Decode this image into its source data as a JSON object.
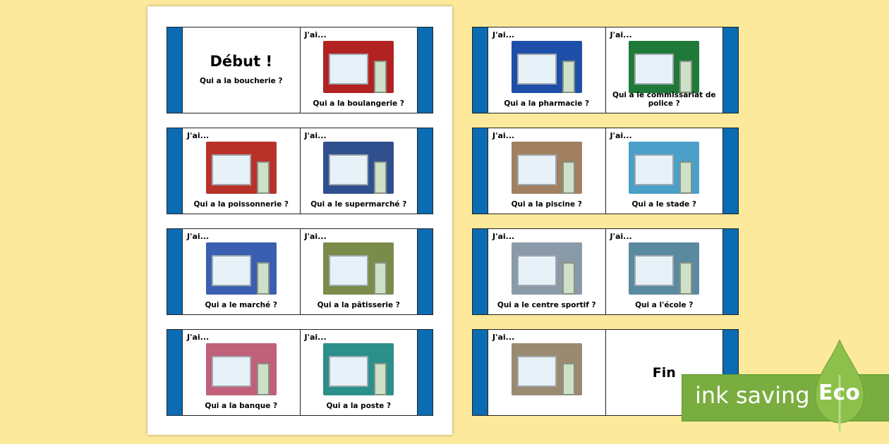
{
  "jai_label": "J'ai...",
  "start": {
    "title": "Début !",
    "question": "Qui a la boucherie ?"
  },
  "end": {
    "title": "Fin"
  },
  "left_cards": [
    {
      "right": {
        "question": "Qui a la boulangerie ?",
        "image": "butcher-shop",
        "color": "#b22222"
      }
    },
    {
      "left": {
        "question": "Qui a la poissonnerie ?",
        "image": "bakery",
        "color": "#b8322a"
      },
      "right": {
        "question": "Qui a le supermarché ?",
        "image": "fish-shop",
        "color": "#2f4f8f"
      }
    },
    {
      "left": {
        "question": "Qui a le marché ?",
        "image": "supermarket",
        "color": "#3a5fb0"
      },
      "right": {
        "question": "Qui a la pâtisserie ?",
        "image": "market",
        "color": "#7a8b4a"
      }
    },
    {
      "left": {
        "question": "Qui a la banque ?",
        "image": "pastry-shop",
        "color": "#c0607a"
      },
      "right": {
        "question": "Qui a la poste ?",
        "image": "bank",
        "color": "#2b8f8a"
      }
    }
  ],
  "right_cards": [
    {
      "left": {
        "question": "Qui a la pharmacie ?",
        "image": "post-office",
        "color": "#1e4fa8"
      },
      "right": {
        "question": "Qui a le commissariat de police ?",
        "image": "pharmacy",
        "color": "#1f7a3a"
      }
    },
    {
      "left": {
        "question": "Qui a la piscine ?",
        "image": "police-station",
        "color": "#a08060"
      },
      "right": {
        "question": "Qui a le stade ?",
        "image": "swimming-pool",
        "color": "#4aa0c8"
      }
    },
    {
      "left": {
        "question": "Qui a le centre sportif ?",
        "image": "stadium",
        "color": "#8a9aa8"
      },
      "right": {
        "question": "Qui a l'école ?",
        "image": "sports-hall",
        "color": "#5a8aa0"
      }
    },
    {
      "left": {
        "image": "classroom",
        "color": "#9a8a70"
      }
    }
  ],
  "badge": {
    "text": "ink saving",
    "eco": "Eco",
    "color": "#7aad3f"
  },
  "colors": {
    "strip": "#0b6cb3",
    "background": "#fde99b"
  }
}
